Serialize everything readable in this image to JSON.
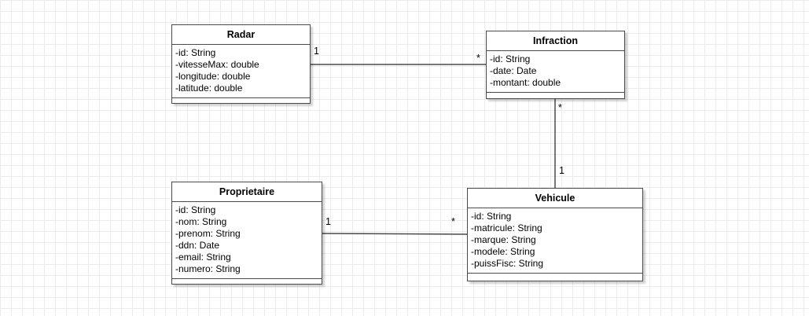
{
  "classes": {
    "radar": {
      "name": "Radar",
      "attributes": [
        "-id: String",
        "-vitesseMax: double",
        "-longitude: double",
        "-latitude: double"
      ]
    },
    "infraction": {
      "name": "Infraction",
      "attributes": [
        "-id: String",
        "-date: Date",
        "-montant: double"
      ]
    },
    "proprietaire": {
      "name": "Proprietaire",
      "attributes": [
        "-id: String",
        "-nom: String",
        "-prenom: String",
        "-ddn: Date",
        "-email: String",
        "-numero: String"
      ]
    },
    "vehicule": {
      "name": "Vehicule",
      "attributes": [
        "-id: String",
        "-matricule: String",
        "-marque: String",
        "-modele: String",
        "-puissFisc: String"
      ]
    }
  },
  "associations": {
    "radar_infraction": {
      "source_mult": "1",
      "target_mult": "*"
    },
    "infraction_vehicule": {
      "source_mult": "*",
      "target_mult": "1"
    },
    "proprietaire_vehicule": {
      "source_mult": "1",
      "target_mult": "*"
    }
  },
  "colors": {
    "stroke": "#4a4a4a",
    "grid": "#ececec",
    "background": "#ffffff"
  }
}
